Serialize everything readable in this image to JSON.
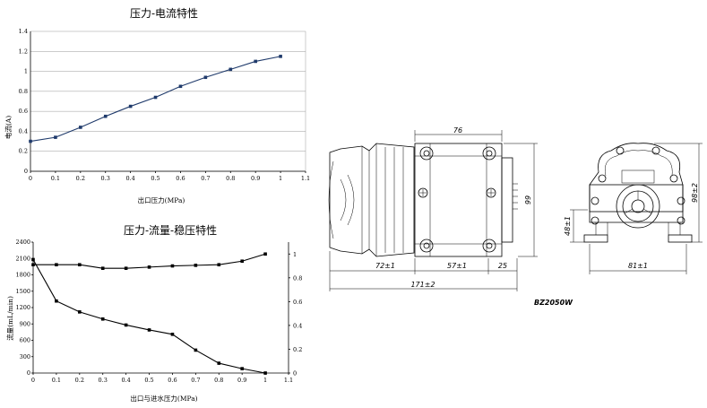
{
  "chart_data": [
    {
      "type": "line",
      "title": "压力-电流特性",
      "xlabel": "出口压力(MPa)",
      "ylabel": "电流(A)",
      "xlim": [
        0,
        1.1
      ],
      "ylim": [
        0,
        1.4
      ],
      "xticks": [
        "0",
        "0.1",
        "0.2",
        "0.3",
        "0.4",
        "0.5",
        "0.6",
        "0.7",
        "0.8",
        "0.9",
        "1",
        "1.1"
      ],
      "yticks": [
        "0",
        "0.2",
        "0.4",
        "0.6",
        "0.8",
        "1",
        "1.2",
        "1.4"
      ],
      "grid": true,
      "series": [
        {
          "x": [
            0,
            0.1,
            0.2,
            0.3,
            0.4,
            0.5,
            0.6,
            0.7,
            0.8,
            0.9,
            1.0
          ],
          "values": [
            0.3,
            0.34,
            0.44,
            0.55,
            0.65,
            0.74,
            0.85,
            0.94,
            1.02,
            1.1,
            1.15
          ]
        }
      ]
    },
    {
      "type": "line",
      "title": "压力-流量-稳压特性",
      "xlabel": "出口与进水压力(MPa)",
      "ylabel": "流量(mL/min)",
      "xlim": [
        0,
        1.1
      ],
      "ylim": [
        0,
        2400
      ],
      "y2lim": [
        0,
        1.1
      ],
      "xticks": [
        "0",
        "0.1",
        "0.2",
        "0.3",
        "0.4",
        "0.5",
        "0.6",
        "0.7",
        "0.8",
        "0.9",
        "1",
        "1.1"
      ],
      "yticks": [
        "0",
        "300",
        "600",
        "900",
        "1200",
        "1500",
        "1800",
        "2100",
        "2400"
      ],
      "y2ticks": [
        "0",
        "0.2",
        "0.4",
        "0.6",
        "0.8",
        "1"
      ],
      "grid": false,
      "series": [
        {
          "axis": "left",
          "x": [
            0,
            0.1,
            0.2,
            0.3,
            0.4,
            0.5,
            0.6,
            0.7,
            0.8,
            0.9,
            1.0
          ],
          "values": [
            2080,
            1320,
            1120,
            990,
            880,
            790,
            710,
            420,
            180,
            80,
            0
          ]
        },
        {
          "axis": "right",
          "x": [
            0,
            0.1,
            0.2,
            0.3,
            0.4,
            0.5,
            0.6,
            0.7,
            0.8,
            0.9,
            1.0
          ],
          "values": [
            0.91,
            0.91,
            0.91,
            0.88,
            0.88,
            0.89,
            0.9,
            0.905,
            0.91,
            0.94,
            1.0
          ]
        }
      ]
    }
  ],
  "drawing": {
    "dimensions": {
      "top_width": "76",
      "height_right": "99",
      "len_left": "72±1",
      "len_mid": "57±1",
      "len_right": "25",
      "len_total": "171±2",
      "front_height": "98±2",
      "front_mount_h": "48±1",
      "front_mount_w": "81±1"
    },
    "model": "BZ2050W"
  }
}
